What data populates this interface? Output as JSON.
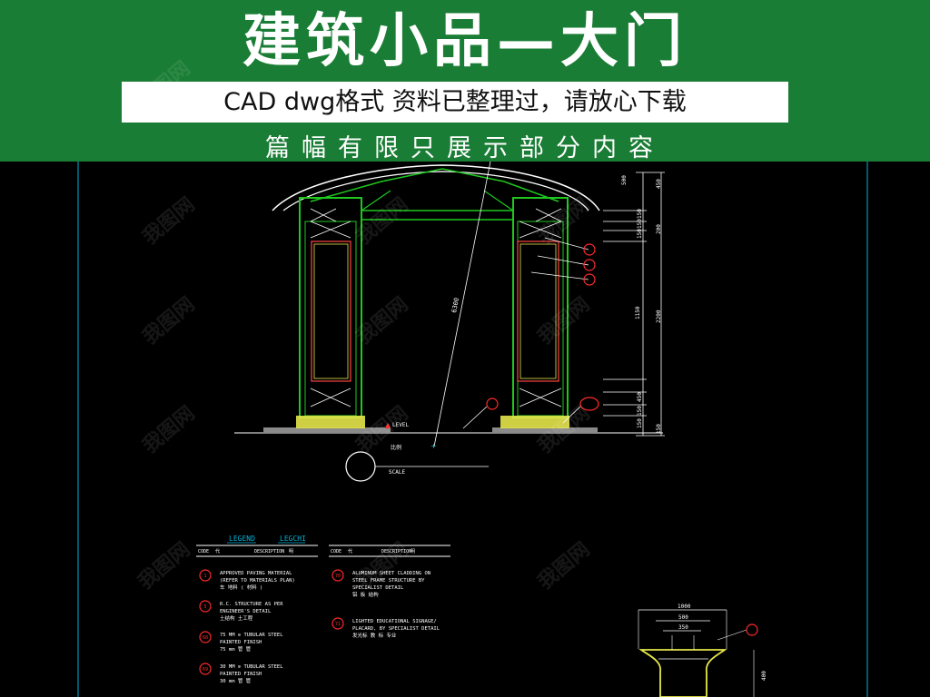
{
  "banner": {
    "title": "建筑小品—大门",
    "subtitle": "CAD  dwg格式 资料已整理过，请放心下载",
    "note": "篇幅有限只展示部分内容"
  },
  "drawing": {
    "dimensions": [
      "500",
      "450",
      "150",
      "150",
      "150",
      "200",
      "1150",
      "2200",
      "450",
      "150",
      "150",
      "150"
    ],
    "diag_label": "6300",
    "level_label": "LEVEL",
    "north_label": "比例",
    "scale_label": "SCALE",
    "detail_dims": [
      "1000",
      "500",
      "350",
      "400"
    ]
  },
  "legend": {
    "title_en": "LEGEND",
    "title_cn": "LEGCHI",
    "header_left": [
      "CODE",
      "代",
      "DESCRIPTION",
      "明"
    ],
    "header_right": [
      "CODE",
      "代",
      "DESCRIPTION",
      "明"
    ],
    "items_left": [
      {
        "code": "1",
        "lines": [
          "APPROVED PAVING MATERIAL",
          "(REFER TO MATERIALS PLAN)",
          "车 地料          ( 材料 )"
        ]
      },
      {
        "code": "5",
        "lines": [
          "R.C. STRUCTURE AS PER",
          "ENGINEER'S DETAIL",
          "土结构          土工程"
        ]
      },
      {
        "code": "68",
        "lines": [
          "75 MM ⊙ TUBULAR STEEL",
          "PAINTED FINISH",
          "75 mm 管   管"
        ]
      },
      {
        "code": "69",
        "lines": [
          "30 MM ⊙ TUBULAR STEEL",
          "PAINTED FINISH",
          "30 mm 管   管"
        ]
      }
    ],
    "items_right": [
      {
        "code": "70",
        "lines": [
          "ALUMINUM SHEET CLADDING ON",
          "STEEL FRAME STRUCTURE BY",
          "SPECIALIST DETAIL",
          "铝 板 结构"
        ]
      },
      {
        "code": "71",
        "lines": [
          "LIGHTED EDUCATIONAL SIGNAGE/",
          "PLACARD, BY SPECIALIST DETAIL",
          "发光标 教 标 专业"
        ]
      }
    ]
  },
  "colors": {
    "banner_green": "#1a7d35",
    "frame_green": "#1ec81e",
    "cad_cyan": "#00b4d8",
    "cad_red": "#ff2a2a",
    "cad_yellow": "#e6e64a"
  }
}
